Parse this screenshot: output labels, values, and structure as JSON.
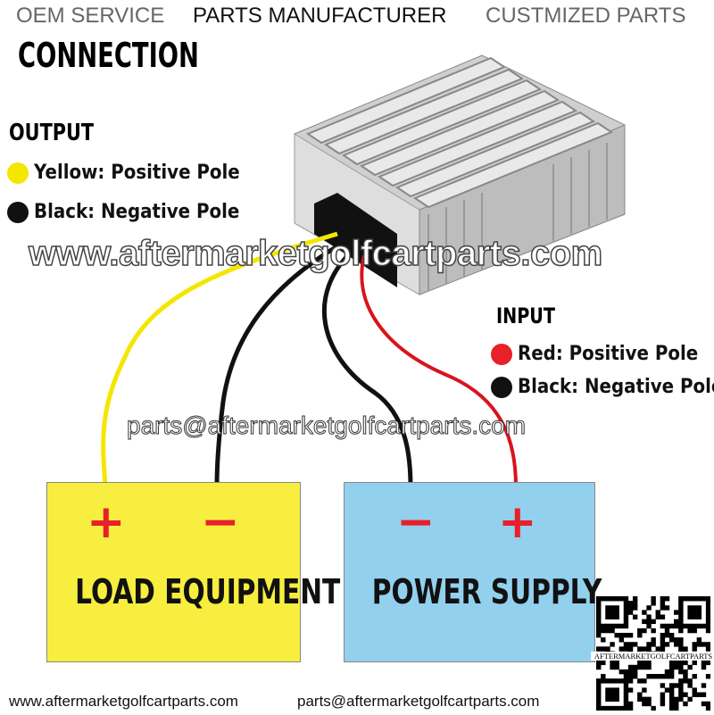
{
  "header": {
    "items": [
      "OEM SERVICE",
      "PARTS MANUFACTURER",
      "CUSTMIZED PARTS"
    ],
    "colors": [
      "#666666",
      "#111111",
      "#666666"
    ]
  },
  "title": "CONNECTION",
  "output": {
    "heading": "OUTPUT",
    "items": [
      {
        "label": "Yellow: Positive Pole",
        "color": "#f5e600"
      },
      {
        "label": "Black: Negative Pole",
        "color": "#111111"
      }
    ]
  },
  "input": {
    "heading": "INPUT",
    "items": [
      {
        "label": "Red: Positive Pole",
        "color": "#e8202a"
      },
      {
        "label": "Black: Negative Pole",
        "color": "#111111"
      }
    ]
  },
  "watermark": {
    "url": "www.aftermarketgolfcartparts.com",
    "email": "parts@aftermarketgolfcartparts.com"
  },
  "load_box": {
    "label": "LOAD EQUIPMENT",
    "plus": "+",
    "minus": "−",
    "color": "#f7ee3f"
  },
  "supply_box": {
    "label": "POWER SUPPLY",
    "plus": "+",
    "minus": "−",
    "color": "#93d0ee"
  },
  "qr": {
    "caption": "AFTERMARKETGOLFCARTPARTS"
  },
  "footer": {
    "website": "www.aftermarketgolfcartparts.com",
    "email": "parts@aftermarketgolfcartparts.com"
  }
}
